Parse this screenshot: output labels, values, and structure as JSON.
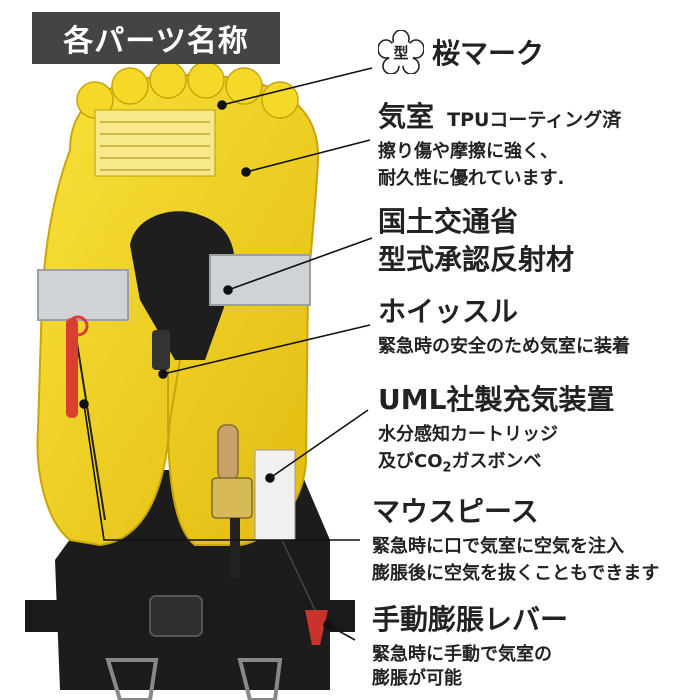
{
  "header": {
    "badge": "各パーツ名称"
  },
  "parts": {
    "sakura": {
      "stamp": "型",
      "title": "桜マーク"
    },
    "chamber": {
      "title": "気室",
      "title_suffix": "TPUコーティング済",
      "desc_line1": "擦り傷や摩擦に強く、",
      "desc_line2": "耐久性に優れています."
    },
    "reflector": {
      "title_line1": "国土交通省",
      "title_line2": "型式承認反射材"
    },
    "whistle": {
      "title": "ホイッスル",
      "desc": "緊急時の安全のため気室に装着"
    },
    "inflator": {
      "title": "UML社製充気装置",
      "desc_line1": "水分感知カートリッジ",
      "desc_line2_a": "及びCO",
      "desc_line2_sub": "2",
      "desc_line2_b": "ガスボンベ"
    },
    "mouthpiece": {
      "title": "マウスピース",
      "desc_line1": "緊急時に口で気室に空気を注入",
      "desc_line2": "膨脹後に空気を抜くこともできます"
    },
    "lever": {
      "title": "手動膨脹レバー",
      "desc_line1": "緊急時に手動で気室の",
      "desc_line2": "膨脹が可能"
    }
  },
  "colors": {
    "vest_yellow": "#f3d21a",
    "vest_shade": "#d9b20c",
    "badge_bg": "#444444",
    "strap": "#1c1c1c",
    "reflector": "#cfd3d6",
    "lever_red": "#c8332b",
    "whistle_red": "#d8402e"
  }
}
